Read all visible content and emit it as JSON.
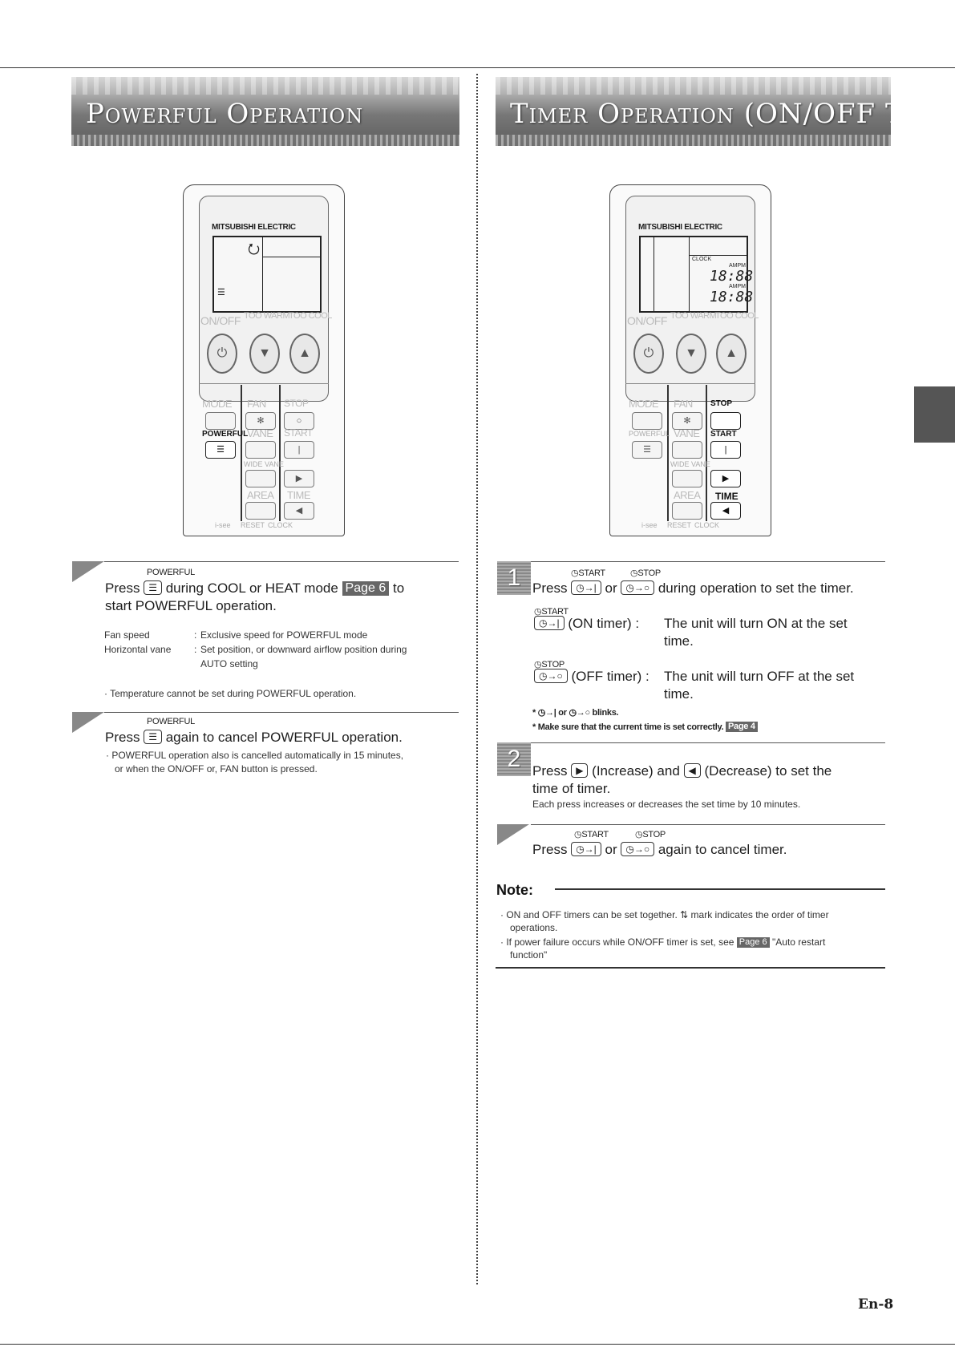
{
  "left": {
    "title": "Powerful Operation",
    "step1": {
      "btn_caption": "POWERFUL",
      "line1_a": "Press",
      "line1_b": "during COOL or HEAT mode",
      "page_ref": "Page 6",
      "line1_c": "to",
      "line2": "start POWERFUL operation."
    },
    "settings": [
      {
        "key": "Fan speed",
        "sep": ":",
        "val": "Exclusive speed for POWERFUL mode"
      },
      {
        "key": "Horizontal vane",
        "sep": ":",
        "val": "Set position, or downward airflow position during"
      },
      {
        "key": "",
        "sep": "",
        "val": "AUTO setting"
      }
    ],
    "temp_note": "Temperature cannot be set during POWERFUL operation.",
    "step2": {
      "btn_caption": "POWERFUL",
      "line_a": "Press",
      "line_b": "again to cancel POWERFUL operation.",
      "bullet1": "POWERFUL operation also is cancelled automatically in 15 minutes,",
      "bullet2": "or when the ON/OFF or, FAN button is pressed."
    }
  },
  "right": {
    "title": "Timer Operation (ON/OFF Timer)",
    "step1": {
      "num": "1",
      "cap_start": "START",
      "cap_stop": "STOP",
      "line_a": "Press",
      "or": "or",
      "line_b": "during operation to set the timer.",
      "on_cap": "START",
      "on_label": "(ON timer) :",
      "on_desc1": "The unit will turn ON at the set",
      "on_desc2": "time.",
      "off_cap": "STOP",
      "off_label": "(OFF timer) :",
      "off_desc1": "The unit will turn OFF at the set",
      "off_desc2": "time.",
      "blink_note": "or",
      "blink_end": "blinks.",
      "make_sure": "Make sure that the current time is set correctly.",
      "page_ref": "Page 4"
    },
    "step2": {
      "num": "2",
      "line_a": "Press",
      "line_b": "(Increase) and",
      "line_c": "(Decrease) to set the",
      "line2": "time of timer.",
      "small": "Each press increases or decreases the set time by 10 minutes."
    },
    "step3": {
      "cap_start": "START",
      "cap_stop": "STOP",
      "line_a": "Press",
      "or": "or",
      "line_b": "again to cancel timer."
    },
    "note": {
      "label": "Note:",
      "b1a": "ON and OFF timers can be set together.",
      "b1b": "mark indicates the order of timer",
      "b1c": "operations.",
      "b2a": "If power failure occurs while ON/OFF timer is set, see",
      "page_ref": "Page 6",
      "b2b": "\"Auto restart",
      "b2c": "function\""
    }
  },
  "remote": {
    "brand": "MITSUBISHI ELECTRIC",
    "onoff": "ON/OFF",
    "too_warm": "TOO WARM",
    "too_cool": "TOO COOL",
    "mode": "MODE",
    "fan": "FAN",
    "stop": "STOP",
    "powerful": "POWERFUL",
    "vane": "VANE",
    "start": "START",
    "wide_vane": "WIDE VANE",
    "area": "AREA",
    "time": "TIME",
    "isee": "i-see",
    "reset": "RESET",
    "clock": "CLOCK",
    "lcd_clock": "CLOCK",
    "lcd_ampm": "AMPM",
    "lcd_time": "18:88"
  },
  "page_number": "En-8"
}
